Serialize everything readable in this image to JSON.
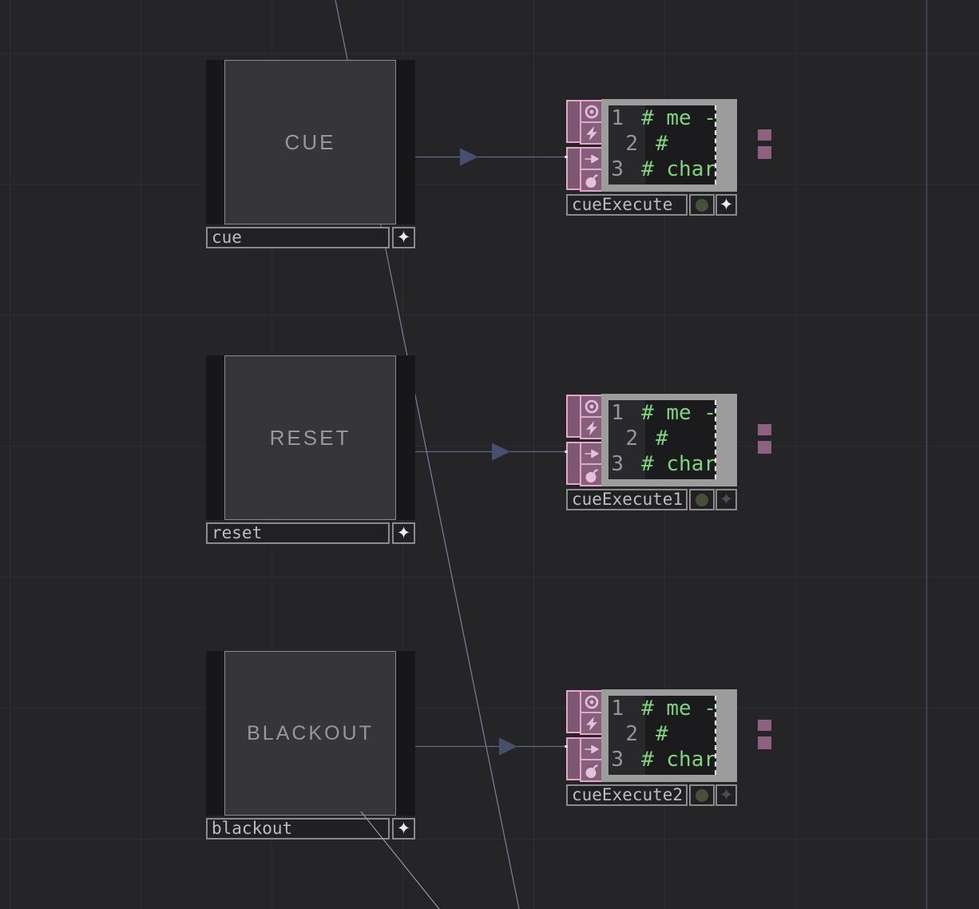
{
  "editor": {
    "background": "#252527",
    "grid_color": "#2d2d30",
    "accent_pink": "#e5a6c9",
    "connector_fill": "#7c5873",
    "wire_color": "#5f6980",
    "code_green": "#7fd37f"
  },
  "glyphs": {
    "star": "✦"
  },
  "buttons": [
    {
      "label": "CUE",
      "name": "cue"
    },
    {
      "label": "RESET",
      "name": "reset"
    },
    {
      "label": "BLACKOUT",
      "name": "blackout"
    }
  ],
  "executes": [
    {
      "name": "cueExecute",
      "lines": [
        {
          "n": "1",
          "c": "# me -"
        },
        {
          "n": "2",
          "c": "#"
        },
        {
          "n": "3",
          "c": "# char"
        }
      ]
    },
    {
      "name": "cueExecute1",
      "lines": [
        {
          "n": "1",
          "c": "# me -"
        },
        {
          "n": "2",
          "c": "#"
        },
        {
          "n": "3",
          "c": "# char"
        }
      ]
    },
    {
      "name": "cueExecute2",
      "lines": [
        {
          "n": "1",
          "c": "# me -"
        },
        {
          "n": "2",
          "c": "#"
        },
        {
          "n": "3",
          "c": "# char"
        }
      ]
    }
  ],
  "icons": {
    "flags": [
      "viewer-icon",
      "lightning-icon",
      "arrow-icon",
      "bomb-icon"
    ]
  }
}
